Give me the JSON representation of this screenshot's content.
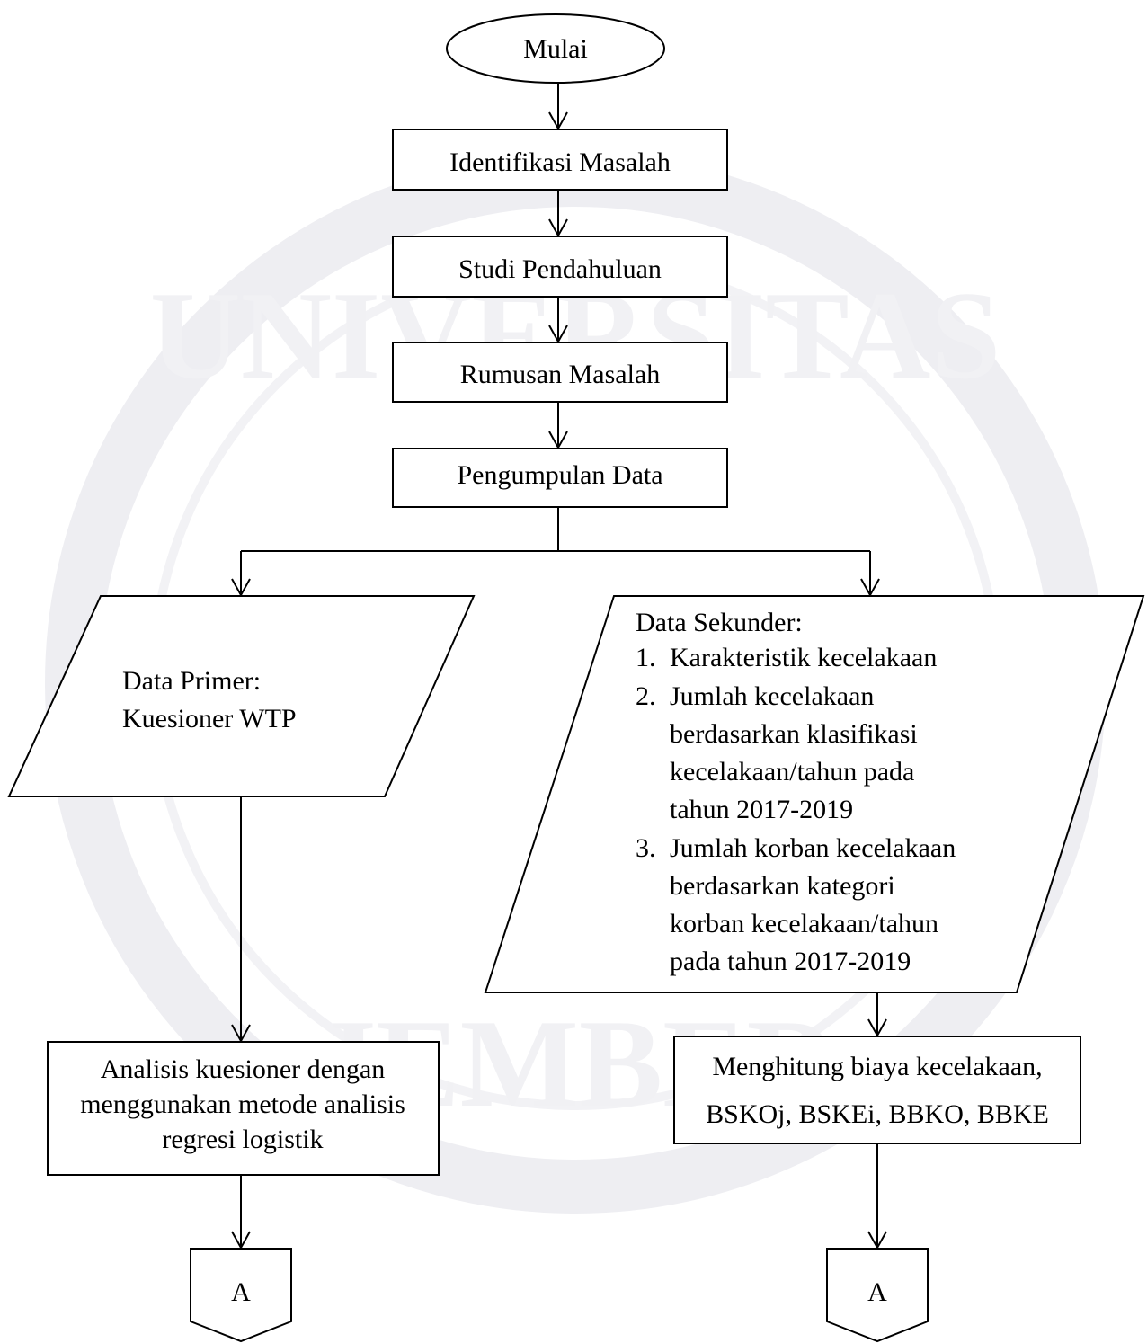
{
  "watermark": {
    "top_text": "UNIVERSITAS",
    "bottom_text": "JEMBER"
  },
  "nodes": {
    "start": "Mulai",
    "identify_problem": "Identifikasi Masalah",
    "preliminary_study": "Studi Pendahuluan",
    "problem_formulation": "Rumusan Masalah",
    "data_collection": "Pengumpulan Data",
    "primary_data": {
      "title": "Data Primer:",
      "line2": "Kuesioner WTP"
    },
    "secondary_data": {
      "title": "Data Sekunder:",
      "items": [
        {
          "num": "1.",
          "lines": [
            "Karakteristik kecelakaan"
          ]
        },
        {
          "num": "2.",
          "lines": [
            "Jumlah kecelakaan",
            "berdasarkan klasifikasi",
            "kecelakaan/tahun pada",
            "tahun 2017-2019"
          ]
        },
        {
          "num": "3.",
          "lines": [
            "Jumlah korban kecelakaan",
            "berdasarkan kategori",
            "korban kecelakaan/tahun",
            "pada tahun 2017-2019"
          ]
        }
      ]
    },
    "questionnaire_analysis": [
      "Analisis kuesioner dengan",
      "menggunakan metode analisis",
      "regresi logistik"
    ],
    "cost_calculation": [
      "Menghitung biaya kecelakaan,",
      "BSKOj, BSKEi, BBKO, BBKE"
    ],
    "connector_left": "A",
    "connector_right": "A"
  }
}
